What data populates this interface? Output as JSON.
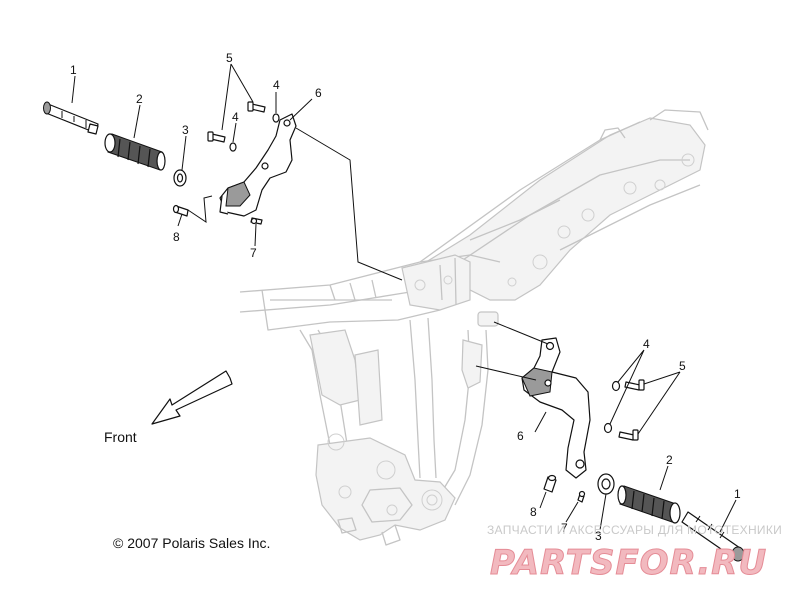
{
  "callouts": {
    "upper": [
      "1",
      "2",
      "3",
      "8",
      "5",
      "4",
      "4",
      "7",
      "6"
    ],
    "lower": [
      "4",
      "5",
      "6",
      "2",
      "1",
      "8",
      "7",
      "3"
    ]
  },
  "front_label": "Front",
  "copyright": "© 2007 Polaris Sales Inc.",
  "watermark": {
    "caption": "ЗАПЧАСТИ И АКСЕССУАРЫ ДЛЯ МОТОТЕХНИКИ",
    "logo": "PARTSFOR.RU"
  },
  "colors": {
    "frame": "#c4c4c4",
    "parts": "#111111",
    "watermark": "#f2b9bf"
  }
}
